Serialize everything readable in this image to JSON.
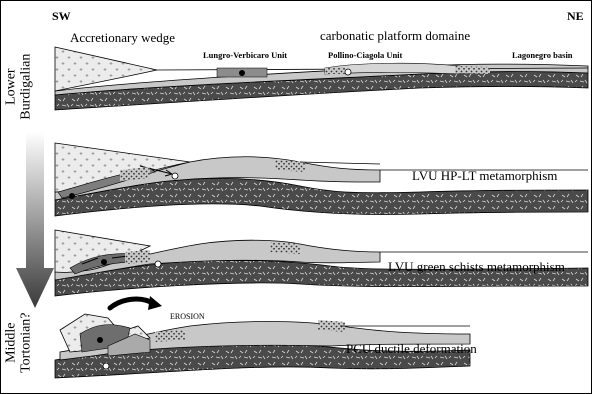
{
  "directions": {
    "left": "SW",
    "right": "NE"
  },
  "time_labels": {
    "top": [
      "Lower",
      "Burdigalian"
    ],
    "bottom": [
      "Middle",
      "Tortonian?"
    ]
  },
  "header_labels": {
    "accretionary_wedge": "Accretionary wedge",
    "carbonatic_platform": "carbonatic platform domaine",
    "lungro_verbicaro": "Lungro-Verbicaro Unit",
    "pollino_ciagola": "Pollino-Ciagola Unit",
    "lagonegro": "Lagonegro basin"
  },
  "stages": [
    {
      "label": "LVU HP-LT metamorphism"
    },
    {
      "label": "LVU green schists metamorphism"
    },
    {
      "label": "PCU ductile deformation"
    }
  ],
  "erosion_label": "EROSION",
  "colors": {
    "frame": "#000000",
    "basement": "#4a4a4a",
    "platform": "#c8c8c8",
    "wedge": "#ececec",
    "arrow_top": "#ffffff",
    "arrow_bottom": "#3a3a3a"
  }
}
